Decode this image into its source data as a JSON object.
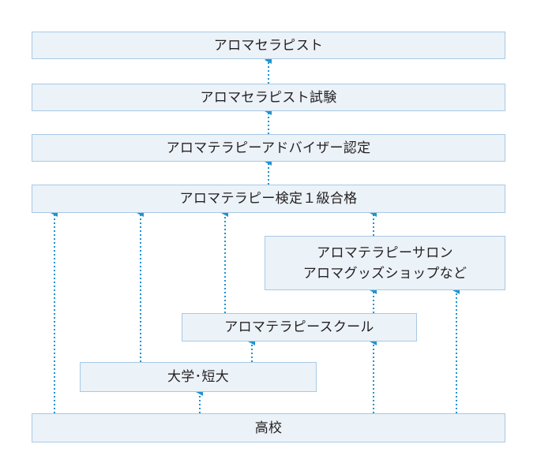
{
  "colors": {
    "box_fill": "#ebf2f8",
    "box_border": "#a9c9e4",
    "arrow": "#1f93cf",
    "text": "#231f20"
  },
  "nodes": {
    "aromatherapist": "アロマセラピスト",
    "aromatherapist_exam": "アロマセラピスト試験",
    "aromatherapy_advisor": "アロマテラピーアドバイザー認定",
    "aromatherapy_test_1st": "アロマテラピー検定１級合格",
    "salon_line1": "アロマテラピーサロン",
    "salon_line2": "アロマグッズショップなど",
    "school": "アロマテラピースクール",
    "university": "大学･短大",
    "high_school": "高校"
  }
}
